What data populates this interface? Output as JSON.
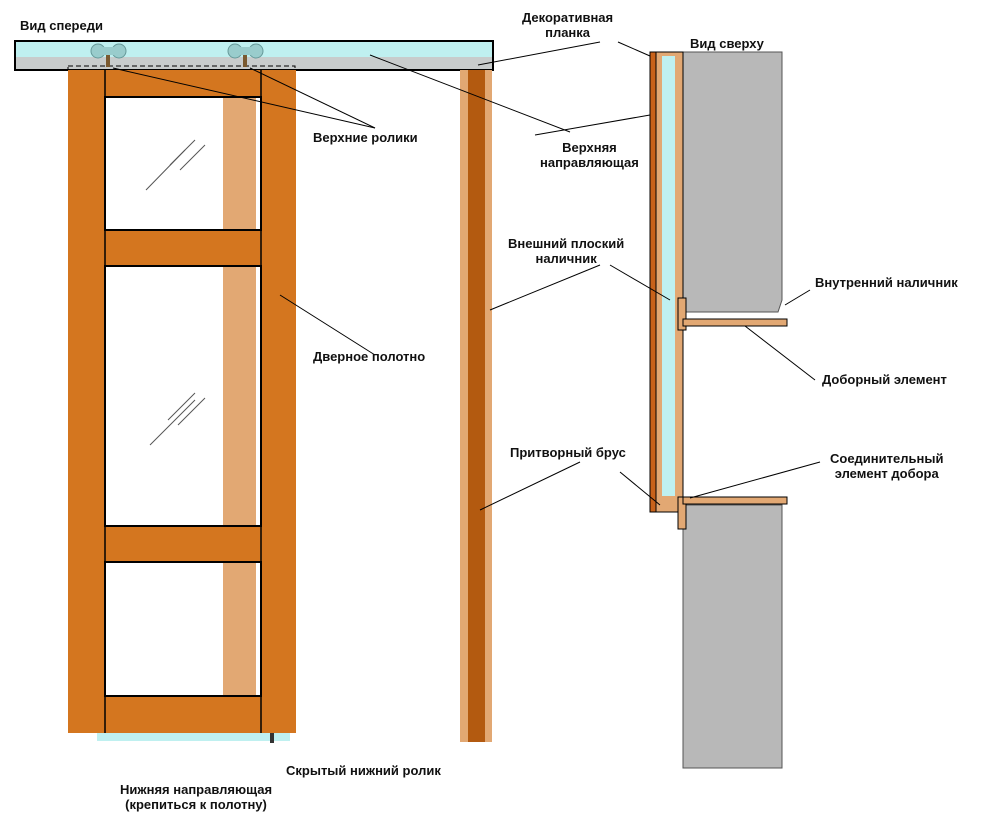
{
  "labels": {
    "front_view": "Вид спереди",
    "top_view": "Вид сверху",
    "decorative_strip": [
      "Декоративная",
      "планка"
    ],
    "upper_rollers": "Верхние ролики",
    "upper_guide": [
      "Верхняя",
      "направляющая"
    ],
    "outer_casing": [
      "Внешний плоский",
      "наличник"
    ],
    "inner_casing": "Внутренний наличник",
    "extension_element": "Доборный элемент",
    "door_leaf": "Дверное полотно",
    "closing_bar": "Притворный брус",
    "connecting_element": [
      "Соединительный",
      "элемент добора"
    ],
    "hidden_lower_roller": "Скрытый нижний ролик",
    "lower_guide": [
      "Нижняя направляющая",
      "(крепиться к полотну)"
    ]
  },
  "colors": {
    "wood": "#d4761f",
    "wood_dark": "#b35a10",
    "wood_light": "#e2a873",
    "glass": "#a8ecec",
    "wall": "#b8b8b8",
    "rail": "#bff0f0"
  }
}
